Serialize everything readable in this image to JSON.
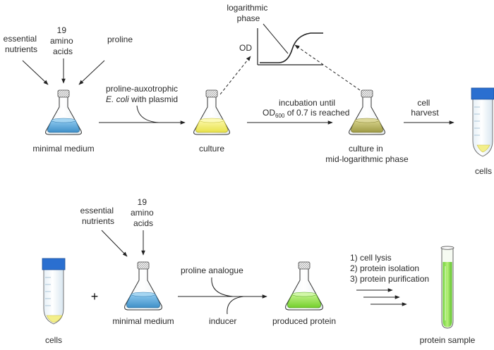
{
  "top": {
    "inputs": {
      "essential_nutrients": [
        "essential",
        "nutrients"
      ],
      "amino_acids": [
        "19",
        "amino",
        "acids"
      ],
      "proline": "proline"
    },
    "step1": {
      "line1": "proline-auxotrophic",
      "ecoli": "E. coli",
      "line2_rest": " with plasmid"
    },
    "flask1_label": "minimal medium",
    "flask2_label": "culture",
    "step2": {
      "line1": "incubation until",
      "od": "OD",
      "od_sub": "600",
      "od_rest": " of 0.7 is reached"
    },
    "graph": {
      "phase_label": [
        "logarithmic",
        "phase"
      ],
      "y_label": "OD"
    },
    "flask3_label": [
      "culture in",
      "mid-logarithmic phase"
    ],
    "step3": [
      "cell",
      "harvest"
    ],
    "tube_label": "cells"
  },
  "bottom": {
    "tube_label": "cells",
    "plus": "+",
    "inputs": {
      "essential_nutrients": [
        "essential",
        "nutrients"
      ],
      "amino_acids": [
        "19",
        "amino",
        "acids"
      ]
    },
    "flask1_label": "minimal medium",
    "analogue": "proline analogue",
    "inducer": "inducer",
    "flask2_label": "produced protein",
    "steps": [
      "1) cell lysis",
      "2) protein isolation",
      "3) protein purification"
    ],
    "sample_label": "protein sample"
  },
  "colors": {
    "medium_blue": "#5aa9dc",
    "culture_yellow": "#f0ee6a",
    "culture_olive": "#b7b35a",
    "protein_green": "#8fe040",
    "cap_blue": "#2a6fd0",
    "cells_yellow": "#f3ef8a"
  }
}
